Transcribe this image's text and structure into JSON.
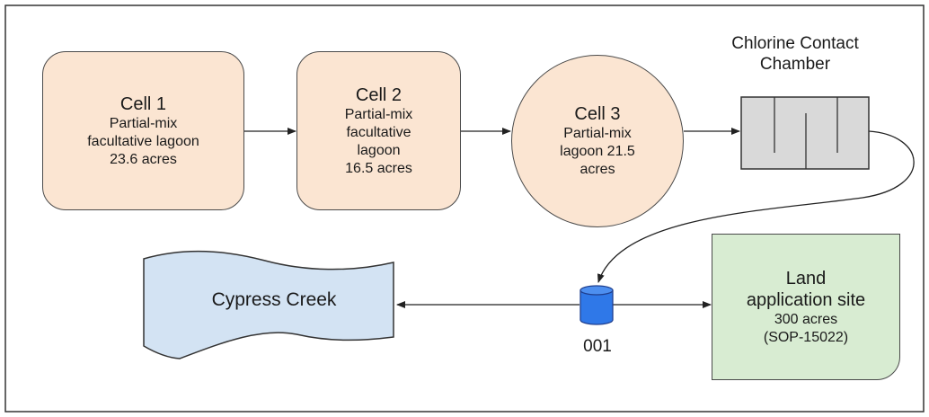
{
  "cell1": {
    "title": "Cell 1",
    "line1": "Partial-mix",
    "line2": "facultative lagoon",
    "line3": "23.6 acres"
  },
  "cell2": {
    "title": "Cell 2",
    "line1": "Partial-mix",
    "line2": "facultative",
    "line3": "lagoon",
    "line4": "16.5 acres"
  },
  "cell3": {
    "title": "Cell 3",
    "line1": "Partial-mix",
    "line2": "lagoon 21.5",
    "line3": "acres"
  },
  "chamber": {
    "line1": "Chlorine Contact",
    "line2": "Chamber"
  },
  "outfall": {
    "label": "001"
  },
  "creek": {
    "label": "Cypress Creek"
  },
  "land": {
    "line1": "Land",
    "line2": "application site",
    "line3": "300 acres",
    "line4": "(SOP-15022)"
  },
  "colors": {
    "cell_fill": "#fbe5d2",
    "creek_fill": "#d3e3f3",
    "land_fill": "#d8ecd2",
    "chamber_fill": "#d9d9d9",
    "outfall_fill": "#2f78e8"
  }
}
